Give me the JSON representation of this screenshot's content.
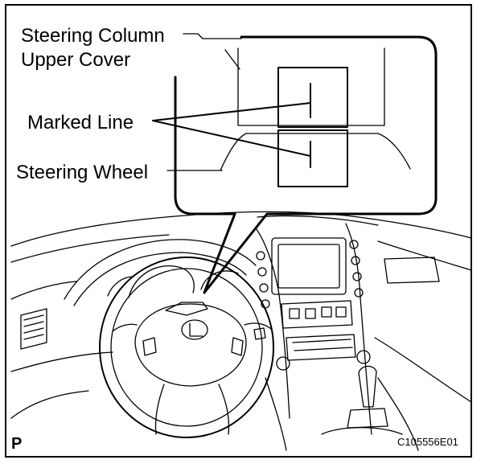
{
  "labels": {
    "steering_column_line1": "Steering Column",
    "steering_column_line2": "Upper Cover",
    "marked_line": "Marked Line",
    "steering_wheel": "Steering Wheel"
  },
  "corner_marks": {
    "bottom_left": "P",
    "figure_code": "C105556E01"
  },
  "icons": {
    "steering_logo": "lexus-logo-icon"
  },
  "colors": {
    "ink": "#000000",
    "paper": "#ffffff"
  }
}
